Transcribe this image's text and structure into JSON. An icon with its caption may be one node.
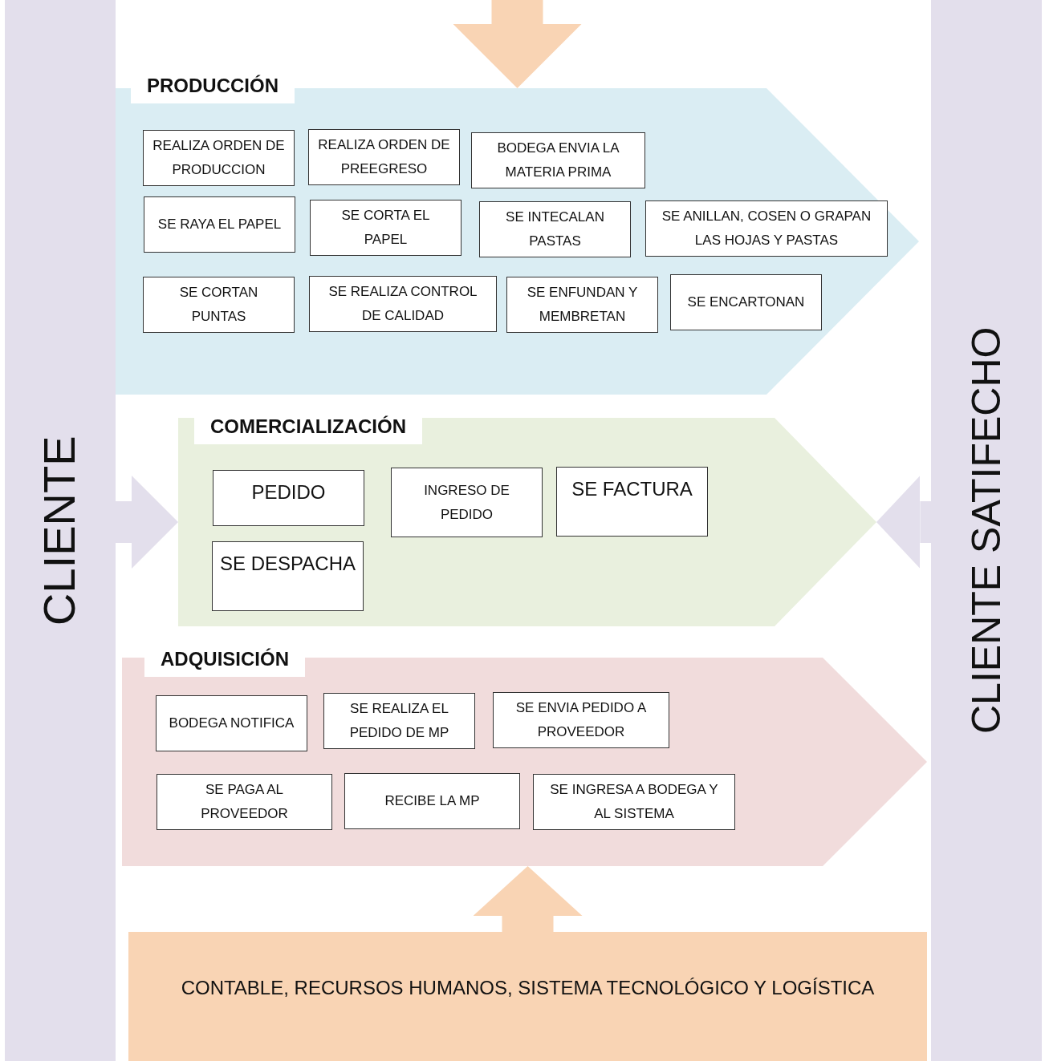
{
  "diagram": {
    "nodes": [
      {
        "text": [
          "CLIENTE"
        ]
      },
      {
        "text": [
          "CLIENTE SATIFECHO"
        ]
      },
      {
        "text": [
          "PRODUCCIÓN"
        ]
      },
      {
        "text": [
          "REALIZA ORDEN DE PRODUCCION"
        ],
        "in": 2
      },
      {
        "text": [
          "REALIZA ORDEN DE PREEGRESO"
        ],
        "in": 2
      },
      {
        "text": [
          "BODEGA ENVIA LA MATERIA PRIMA"
        ],
        "in": 2
      },
      {
        "text": [
          "SE RAYA EL PAPEL"
        ],
        "in": 2
      },
      {
        "text": [
          "SE CORTA EL PAPEL"
        ],
        "in": 2
      },
      {
        "text": [
          "SE INTECALAN PASTAS"
        ],
        "in": 2
      },
      {
        "text": [
          "SE ANILLAN, COSEN O GRAPAN LAS HOJAS Y PASTAS"
        ],
        "in": 2
      },
      {
        "text": [
          "SE CORTAN PUNTAS"
        ],
        "in": 2
      },
      {
        "text": [
          "SE REALIZA CONTROL DE CALIDAD"
        ],
        "in": 2
      },
      {
        "text": [
          "SE ENFUNDAN Y MEMBRETAN"
        ],
        "in": 2
      },
      {
        "text": [
          "SE ENCARTONAN"
        ],
        "in": 2
      },
      {
        "text": [
          "COMERCIALIZACIÓN"
        ]
      },
      {
        "text": [
          "PEDIDO"
        ],
        "in": 14
      },
      {
        "text": [
          "INGRESO DE PEDIDO"
        ],
        "in": 14
      },
      {
        "text": [
          "SE FACTURA"
        ],
        "in": 14
      },
      {
        "text": [
          "SE DESPACHA"
        ],
        "in": 14
      },
      {
        "text": [
          "ADQUISICIÓN"
        ]
      },
      {
        "text": [
          "BODEGA NOTIFICA"
        ],
        "in": 19
      },
      {
        "text": [
          "SE REALIZA EL PEDIDO DE MP"
        ],
        "in": 19
      },
      {
        "text": [
          "SE ENVIA PEDIDO A PROVEEDOR"
        ],
        "in": 19
      },
      {
        "text": [
          "SE PAGA AL PROVEEDOR"
        ],
        "in": 19
      },
      {
        "text": [
          "RECIBE LA MP"
        ],
        "in": 19
      },
      {
        "text": [
          "SE INGRESA A BODEGA Y AL SISTEMA"
        ],
        "in": 19
      },
      {
        "text": [
          "CONTABLE, RECURSOS HUMANOS, SISTEMA TECNOLÓGICO Y LOGÍSTICA"
        ]
      }
    ],
    "edges": [
      {
        "from": null,
        "to": 2,
        "arrow": "to",
        "color": "#f9d4b4"
      },
      {
        "from": 0,
        "to": 14,
        "arrow": "to",
        "color": "#e3dfec"
      },
      {
        "from": 1,
        "to": 14,
        "arrow": "to",
        "color": "#e3dfec"
      },
      {
        "from": 26,
        "to": 19,
        "arrow": "to",
        "color": "#f9d4b4"
      }
    ]
  }
}
